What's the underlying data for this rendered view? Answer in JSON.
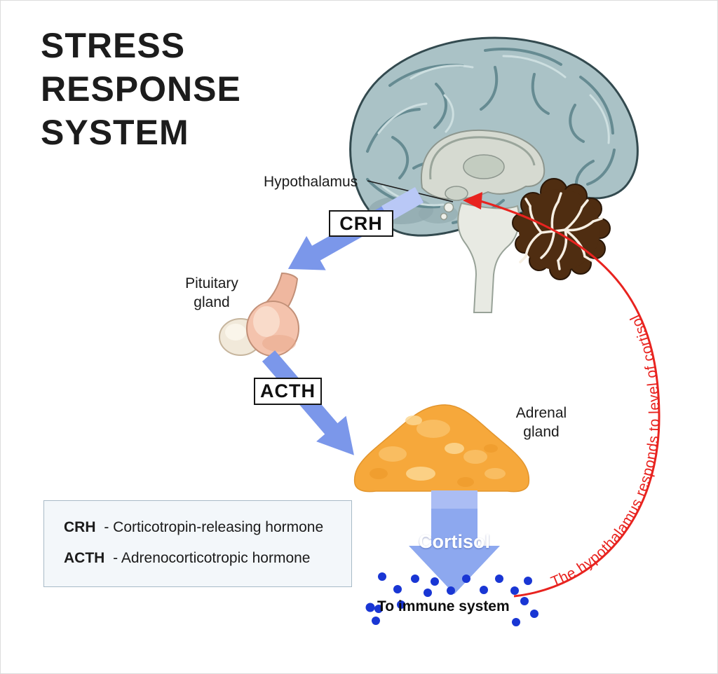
{
  "title": "STRESS\nRESPONSE\nSYSTEM",
  "diagram": {
    "hypothalamus_label": "Hypothalamus",
    "crh_label": "CRH",
    "pituitary_label": "Pituitary\ngland",
    "acth_label": "ACTH",
    "adrenal_label": "Adrenal\ngland",
    "cortisol_label": "Cortisol",
    "immune_label": "To immune system",
    "feedback_label": "The hypothalamus responds to level of cortisol"
  },
  "legend": {
    "items": [
      {
        "term": "CRH",
        "definition": "- Corticotropin-releasing hormone"
      },
      {
        "term": "ACTH",
        "definition": "- Adrenocorticotropic hormone"
      }
    ]
  },
  "colors": {
    "arrow_blue": "#7b97ea",
    "cortisol_arrow_blue": "#8da8ef",
    "feedback_red": "#e8231f",
    "brain_fill": "#aac2c6",
    "brain_inner_gray": "#d6dad1",
    "cerebellum_brown": "#4f2d11",
    "adrenal_orange": "#f6a83b",
    "pituitary_pink": "#f4c3ad",
    "cortisol_dot_blue": "#1936d4",
    "legend_bg": "#f3f7fa"
  }
}
